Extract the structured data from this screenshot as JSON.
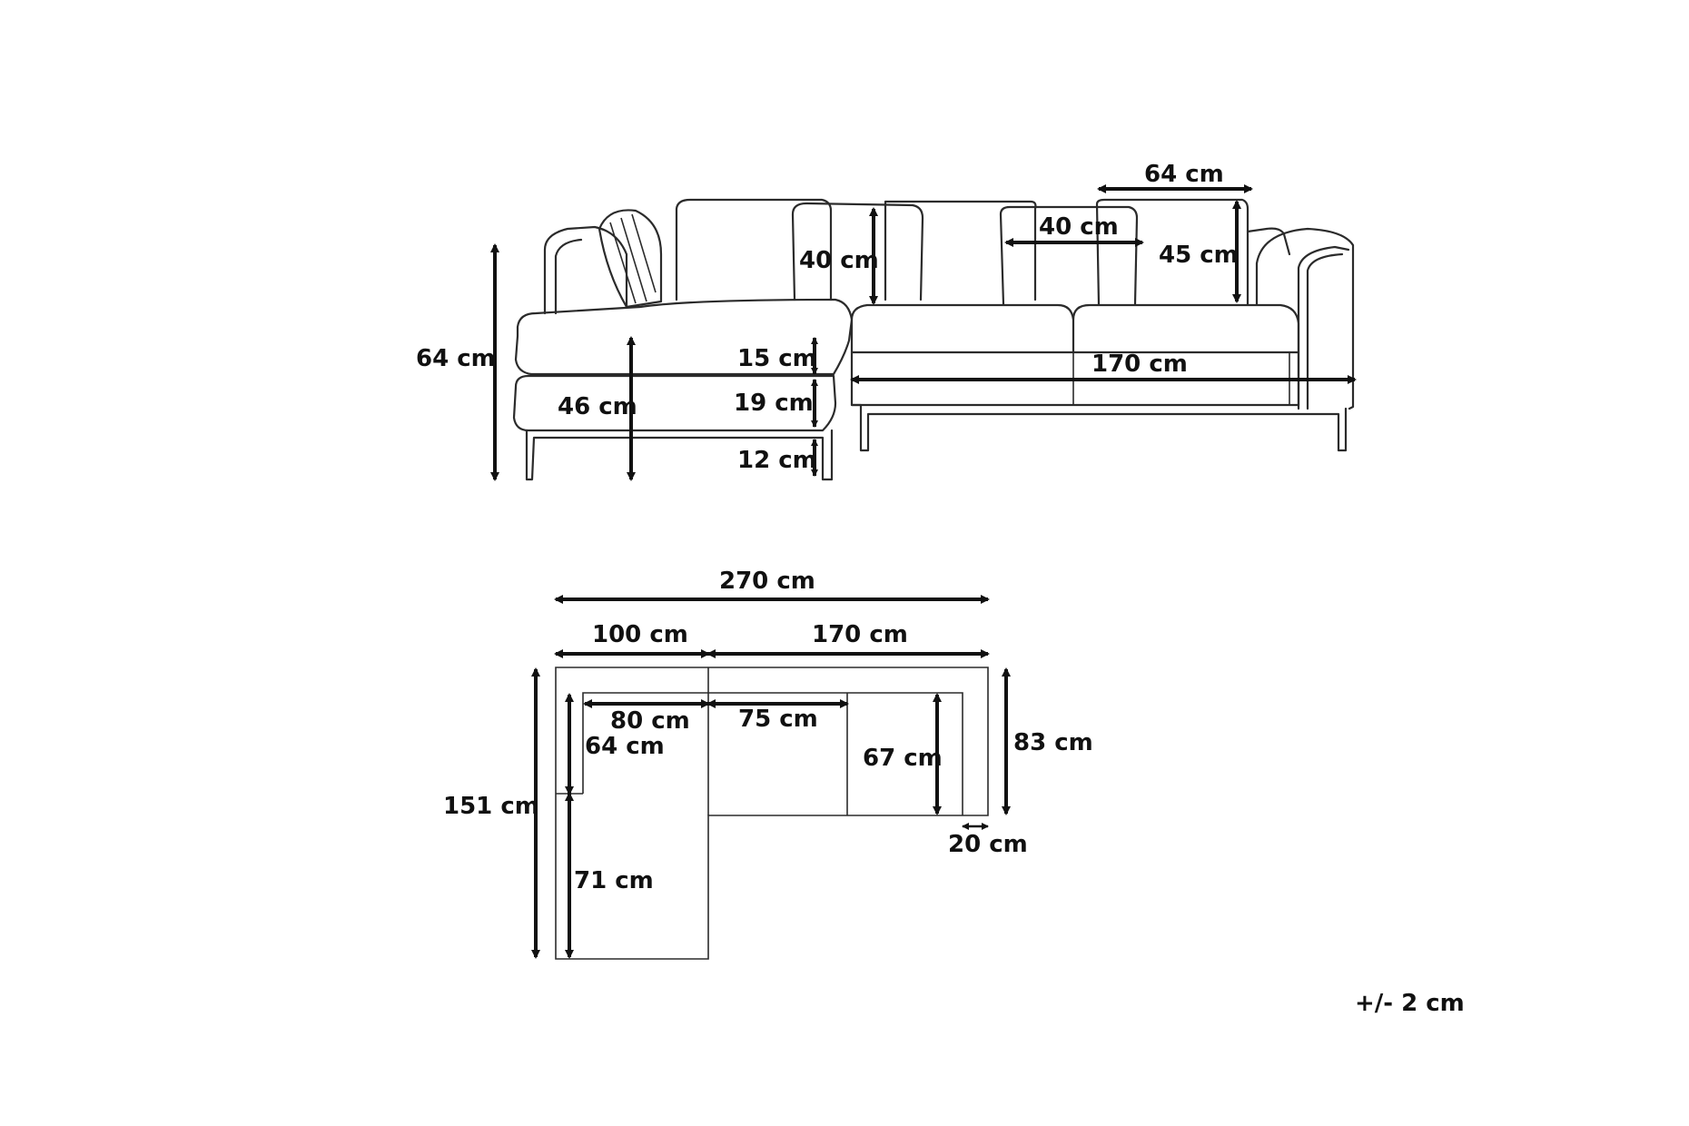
{
  "side_view": {
    "overall_height": "64 cm",
    "seat_height": "46 cm",
    "cushion_thickness": "15 cm",
    "base_thickness": "19 cm",
    "leg_height": "12 cm",
    "back_cushion_height": "40 cm",
    "small_cushion_width": "40 cm",
    "large_cushion_width": "64 cm",
    "large_cushion_height": "45 cm",
    "main_section_length": "170 cm"
  },
  "top_view": {
    "total_width": "270 cm",
    "chaise_width": "100 cm",
    "main_width": "170 cm",
    "chaise_seat_width": "80 cm",
    "main_seat_width": "75 cm",
    "chaise_back_depth": "64 cm",
    "chaise_seat_depth": "71 cm",
    "total_depth": "151 cm",
    "main_depth": "83 cm",
    "main_seat_depth": "67 cm",
    "arm_width": "20 cm"
  },
  "tolerance": "+/- 2 cm"
}
